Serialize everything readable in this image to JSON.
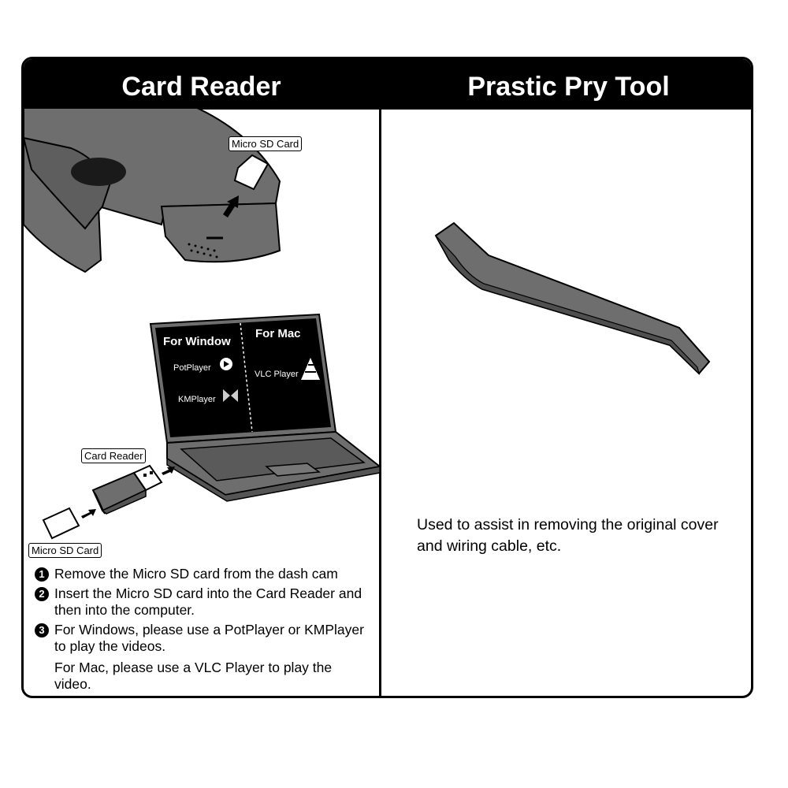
{
  "left_panel": {
    "title": "Card Reader",
    "label_micro_sd_top": "Micro SD Card",
    "label_card_reader": "Card Reader",
    "label_micro_sd_bottom": "Micro SD Card",
    "laptop_screen": {
      "windows_heading": "For Window",
      "mac_heading": "For Mac",
      "potplayer": "PotPlayer",
      "kmplayer": "KMPlayer",
      "vlc": "VLC Player"
    },
    "steps": [
      {
        "num": "1",
        "text": "Remove the Micro SD card from the dash cam"
      },
      {
        "num": "2",
        "text": "Insert the Micro SD card into the Card Reader and then into the computer."
      },
      {
        "num": "3",
        "text": "For Windows, please use a PotPlayer or KMPlayer to play the videos."
      }
    ],
    "mac_note": "For Mac, please use a VLC Player to play the video."
  },
  "right_panel": {
    "title": "Prastic Pry Tool",
    "description": "Used to assist in removing the original cover and wiring cable, etc."
  },
  "colors": {
    "header_bg": "#000000",
    "device_gray": "#6e6e6e",
    "outline": "#000000"
  }
}
